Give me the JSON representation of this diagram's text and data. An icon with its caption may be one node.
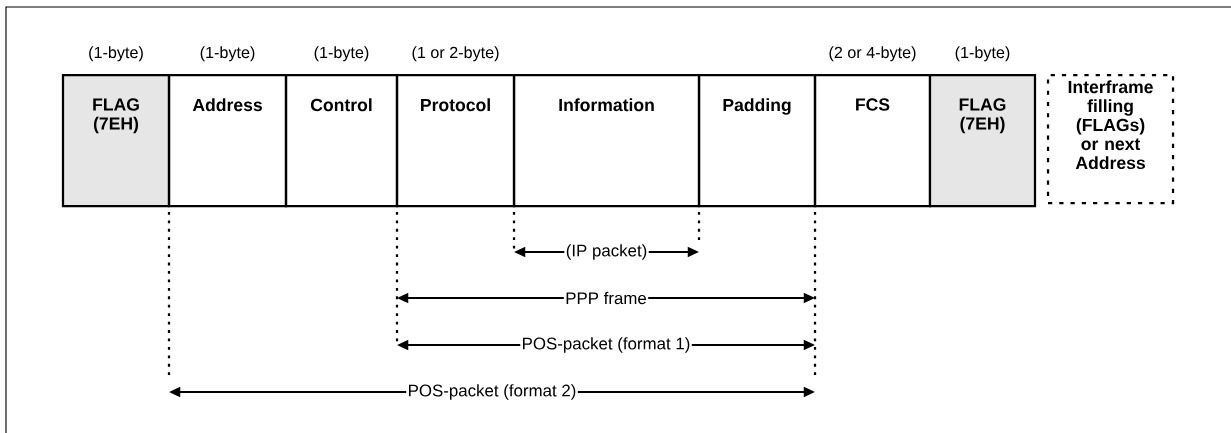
{
  "diagram": {
    "nodes": [
      {
        "text": [
          "FLAG (7EH)"
        ],
        "beside": [
          "(1-byte)"
        ]
      },
      {
        "text": [
          "Address"
        ],
        "beside": [
          "(1-byte)"
        ]
      },
      {
        "text": [
          "Control"
        ],
        "beside": [
          "(1-byte)"
        ]
      },
      {
        "text": [
          "Protocol"
        ],
        "beside": [
          "(1 or 2-byte)"
        ]
      },
      {
        "text": [
          "Information"
        ]
      },
      {
        "text": [
          "Padding"
        ]
      },
      {
        "text": [
          "FCS"
        ],
        "beside": [
          "(2 or 4-byte)"
        ]
      },
      {
        "text": [
          "FLAG (7EH)"
        ],
        "beside": [
          "(1-byte)"
        ]
      },
      {
        "text": [
          "Interframe filling (FLAGs) or next Address"
        ]
      }
    ],
    "labels": [
      "(IP packet)",
      "PPP frame",
      "POS-packet (format 1)",
      "POS-packet (format 2)"
    ]
  }
}
